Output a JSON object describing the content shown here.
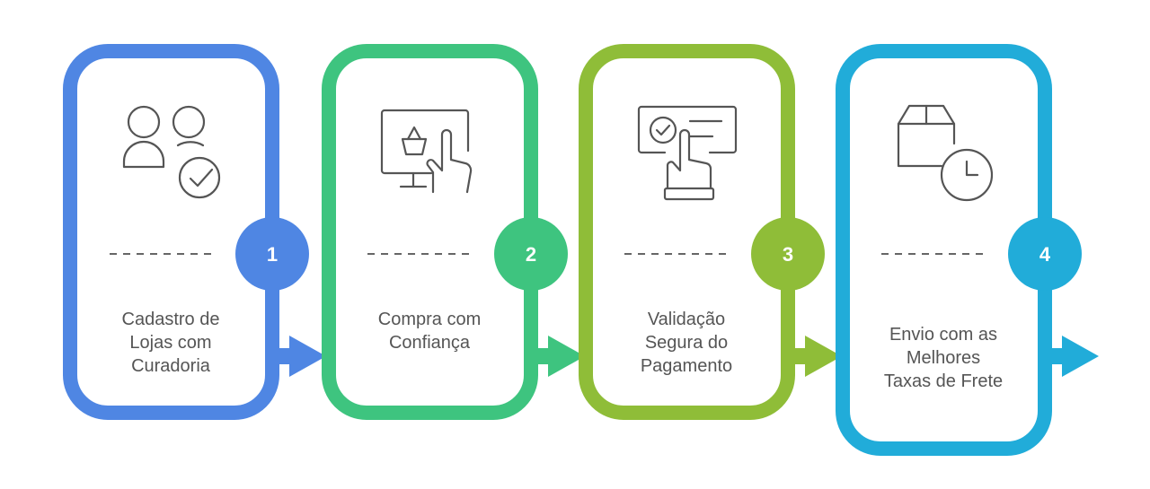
{
  "steps": [
    {
      "number": "1",
      "label_lines": [
        "Cadastro de",
        "Lojas com",
        "Curadoria"
      ],
      "color": "#4f86e3",
      "icon": "users-check-icon"
    },
    {
      "number": "2",
      "label_lines": [
        "Compra com",
        "Confiança"
      ],
      "color": "#3ec47f",
      "icon": "monitor-basket-tap-icon"
    },
    {
      "number": "3",
      "label_lines": [
        "Validação",
        "Segura do",
        "Pagamento"
      ],
      "color": "#8fbd38",
      "icon": "card-check-hand-icon"
    },
    {
      "number": "4",
      "label_lines": [
        "Envio com as",
        "Melhores",
        "Taxas de Frete"
      ],
      "color": "#21acd9",
      "icon": "box-clock-icon"
    }
  ],
  "text_color": "#555555",
  "icon_color": "#555555"
}
